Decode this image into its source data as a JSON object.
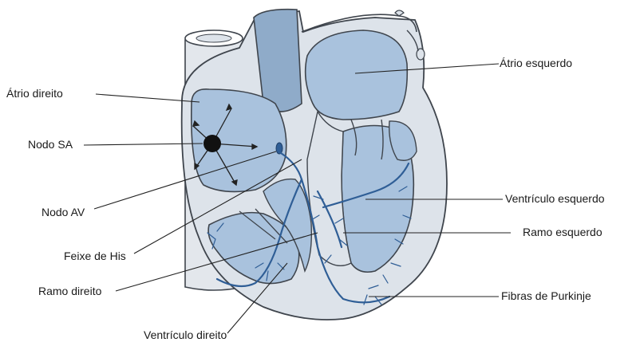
{
  "labels": {
    "atrio_direito": "Átrio direito",
    "nodo_sa": "Nodo SA",
    "nodo_av": "Nodo AV",
    "feixe_his": "Feixe de His",
    "ramo_direito": "Ramo direito",
    "ventriculo_direito": "Ventrículo direito",
    "atrio_esquerdo": "Átrio esquerdo",
    "ventriculo_esquerdo": "Ventrículo esquerdo",
    "ramo_esquerdo": "Ramo esquerdo",
    "fibras_purkinje": "Fibras de Purkinje"
  },
  "colors": {
    "chamber_fill": "#a9c2dd",
    "chamber_dark": "#8fabc9",
    "wall_fill": "#dde3ea",
    "outline": "#3f454d",
    "conduction": "#2f5e96",
    "node": "#111111"
  }
}
